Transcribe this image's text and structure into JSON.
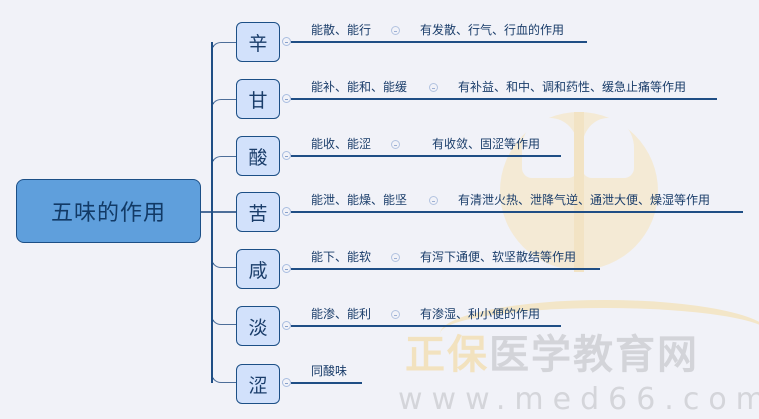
{
  "watermark": {
    "brand_gold": "正保",
    "brand_gray": "医学教育网",
    "url": "www.med66.com"
  },
  "root": {
    "label": "五味的作用"
  },
  "colors": {
    "background": "#f1f2f8",
    "root_fill": "#5f9fdc",
    "child_fill": "#d2e1fb",
    "border": "#1c4f86",
    "text": "#1a3d6a"
  },
  "branches": [
    {
      "label": "辛",
      "function": "能散、能行",
      "effect": "有发散、行气、行血的作用"
    },
    {
      "label": "甘",
      "function": "能补、能和、能缓",
      "effect": "有补益、和中、调和药性、缓急止痛等作用"
    },
    {
      "label": "酸",
      "function": "能收、能涩",
      "effect": "有收敛、固涩等作用"
    },
    {
      "label": "苦",
      "function": "能泄、能燥、能坚",
      "effect": "有清泄火热、泄降气逆、通泄大便、燥湿等作用"
    },
    {
      "label": "咸",
      "function": "能下、能软",
      "effect": "有泻下通便、软坚散结等作用"
    },
    {
      "label": "淡",
      "function": "能渗、能利",
      "effect": "有渗湿、利小便的作用"
    },
    {
      "label": "涩",
      "function": "同酸味",
      "effect": ""
    }
  ]
}
